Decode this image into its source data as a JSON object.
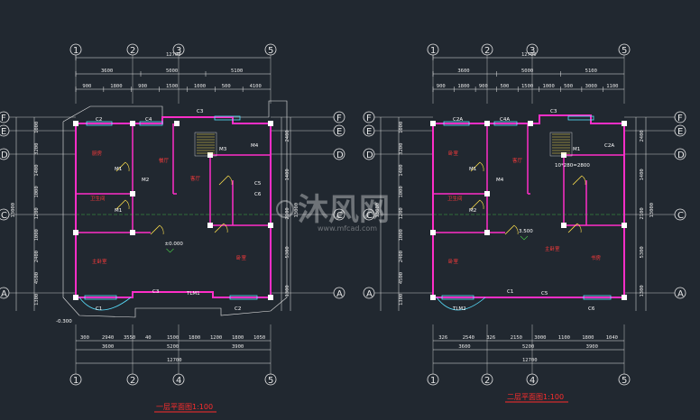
{
  "plans": [
    {
      "id": "plan-1",
      "title": "一层平面图1:100",
      "top_grid": [
        "1",
        "2",
        "3",
        "5"
      ],
      "bottom_grid": [
        "1",
        "2",
        "4",
        "5"
      ],
      "side_grid": [
        "F",
        "E",
        "D",
        "C",
        "A"
      ],
      "total": "12700",
      "top_dims_row1": [
        "3600",
        "5000",
        "5100"
      ],
      "top_dims_row2": [
        "900",
        "1800",
        "900",
        "1500",
        "1000",
        "500",
        "4100"
      ],
      "bottom_dims_row1": [
        "300",
        "2940",
        "3550",
        "40",
        "1500",
        "1800",
        "1200",
        "1800",
        "1050"
      ],
      "bottom_dims_row2": [
        "3600",
        "5200",
        "3900"
      ],
      "bottom_total": "12700",
      "left_dims": [
        "1000",
        "3200",
        "1400",
        "1000",
        "1200",
        "1000",
        "2400",
        "4500",
        "1300"
      ],
      "left_total": "13000",
      "right_dims": [
        "2400",
        "1400",
        "2100",
        "5300",
        "1300"
      ],
      "right_total": "13000",
      "rooms": [
        "厨房",
        "餐厅",
        "客厅",
        "主卧室",
        "卧室",
        "卫生间"
      ],
      "tags": [
        "C2",
        "C4",
        "C3",
        "M3",
        "M1",
        "M1",
        "M2",
        "M4",
        "C3",
        "C1",
        "C2",
        "TLM1",
        "C5",
        "C6"
      ],
      "level": "±0.000",
      "level2": "-0.300"
    },
    {
      "id": "plan-2",
      "title": "二层平面图1:100",
      "top_grid": [
        "1",
        "2",
        "3",
        "5"
      ],
      "bottom_grid": [
        "1",
        "2",
        "4",
        "5"
      ],
      "side_grid": [
        "F",
        "E",
        "D",
        "C",
        "A"
      ],
      "total": "12700",
      "top_dims_row1": [
        "3600",
        "5000",
        "5100"
      ],
      "top_dims_row2": [
        "900",
        "1800",
        "900",
        "500",
        "1500",
        "1000",
        "500",
        "3000",
        "1100"
      ],
      "bottom_dims_row1": [
        "326",
        "2540",
        "326",
        "2150",
        "3000",
        "1100",
        "1800",
        "1040"
      ],
      "bottom_dims_row2": [
        "3600",
        "5200",
        "3900"
      ],
      "bottom_total": "12700",
      "left_dims": [
        "1000",
        "3200",
        "1400",
        "1000",
        "1200",
        "1000",
        "2400",
        "4500",
        "1300"
      ],
      "left_total": "13000",
      "right_dims": [
        "2400",
        "1400",
        "2100",
        "5300",
        "1300"
      ],
      "right_total": "13000",
      "rooms": [
        "卧室",
        "客厅",
        "主卧室",
        "卧室",
        "书房",
        "卫生间"
      ],
      "tags": [
        "C2A",
        "C4A",
        "C3",
        "M1",
        "M1",
        "M2",
        "M4",
        "C2A",
        "C1",
        "TLM2",
        "C6",
        "C5"
      ],
      "level": "3.500",
      "stair": "10*280=2800"
    }
  ],
  "watermark": {
    "text": "沐风网",
    "sub": "www.mfcad.com"
  },
  "colors": {
    "background": "#212830",
    "wall": "#ff2ec8",
    "dimension": "#e8e8e8",
    "axis": "#4bd34b",
    "window": "#58e0ff",
    "door": "#ffe14d",
    "title": "#ff2d2d"
  }
}
